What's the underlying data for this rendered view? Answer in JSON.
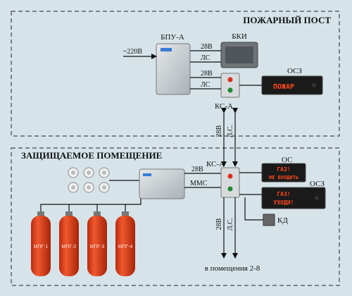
{
  "rooms": {
    "fire_post": "ПОЖАРНЫЙ ПОСТ",
    "protected_room": "ЗАЩИЩАЕМОЕ ПОМЕЩЕНИЕ"
  },
  "devices": {
    "bpu_a": "БПУ-А",
    "bki": "БКИ",
    "ks_a_top": "КС-А",
    "ks_a_bottom": "КС-А",
    "osz_top": "ОСЗ",
    "os": "ОС",
    "osz_bottom": "ОСЗ",
    "kd": "КД"
  },
  "signals": {
    "power_in": "~220В",
    "v28_1": "28В",
    "ls_1": "ЛС",
    "v28_2": "28В",
    "ls_2": "ЛС",
    "v28_vert": "28В",
    "ls_vert": "Л.С.",
    "v28_3": "28В",
    "mms": "ММС",
    "v28_down": "28В",
    "ls_down": "Л.С."
  },
  "displays": {
    "osz_top_text": "ПОЖАР",
    "os_line1": "ГАЗ!",
    "os_line2": "НЕ ВХОДИТЬ",
    "osz_bottom_line1": "ГАЗ!",
    "osz_bottom_line2": "УХОДИ!"
  },
  "cylinders": [
    "МПГ-1",
    "МПГ-2",
    "МПГ-3",
    "МПГ-4"
  ],
  "footer": "в помещения 2-8",
  "colors": {
    "background": "#d6e4ea",
    "cylinder": "#e8401c",
    "display_text": "#ff4a1c",
    "display_bg": "#1a1a1a",
    "enclosure": "#c9ced2"
  }
}
